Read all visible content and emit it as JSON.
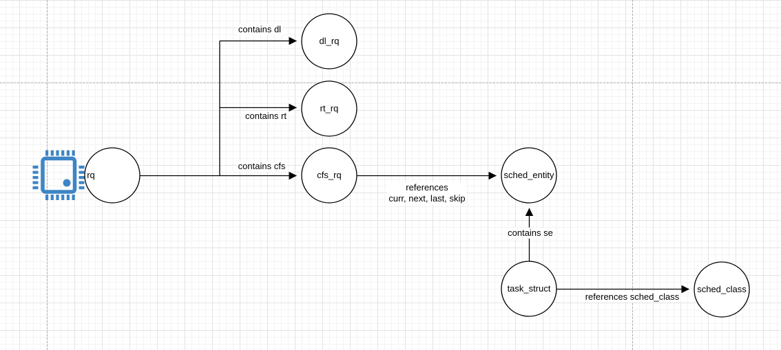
{
  "canvas": {
    "background": "#ffffff",
    "grid_minor_color": "#f3f3f3",
    "grid_major_color": "#e3e3e3",
    "guide_color": "#ababab",
    "stroke_color": "#000000"
  },
  "icons": {
    "cpu": {
      "name": "cpu-icon",
      "color": "#3d85c6"
    }
  },
  "nodes": {
    "rq": {
      "label": "rq"
    },
    "dl_rq": {
      "label": "dl_rq"
    },
    "rt_rq": {
      "label": "rt_rq"
    },
    "cfs_rq": {
      "label": "cfs_rq"
    },
    "sched_entity": {
      "label": "sched_entity"
    },
    "task_struct": {
      "label": "task_struct"
    },
    "sched_class": {
      "label": "sched_class"
    }
  },
  "edges": {
    "rq_dl": {
      "from": "rq",
      "to": "dl_rq",
      "label": "contains dl"
    },
    "rq_rt": {
      "from": "rq",
      "to": "rt_rq",
      "label": "contains rt"
    },
    "rq_cfs": {
      "from": "rq",
      "to": "cfs_rq",
      "label": "contains cfs"
    },
    "cfs_se": {
      "from": "cfs_rq",
      "to": "sched_entity",
      "label": "references\ncurr, next, last, skip"
    },
    "task_se": {
      "from": "task_struct",
      "to": "sched_entity",
      "label": "contains se"
    },
    "task_class": {
      "from": "task_struct",
      "to": "sched_class",
      "label": "references sched_class"
    }
  }
}
